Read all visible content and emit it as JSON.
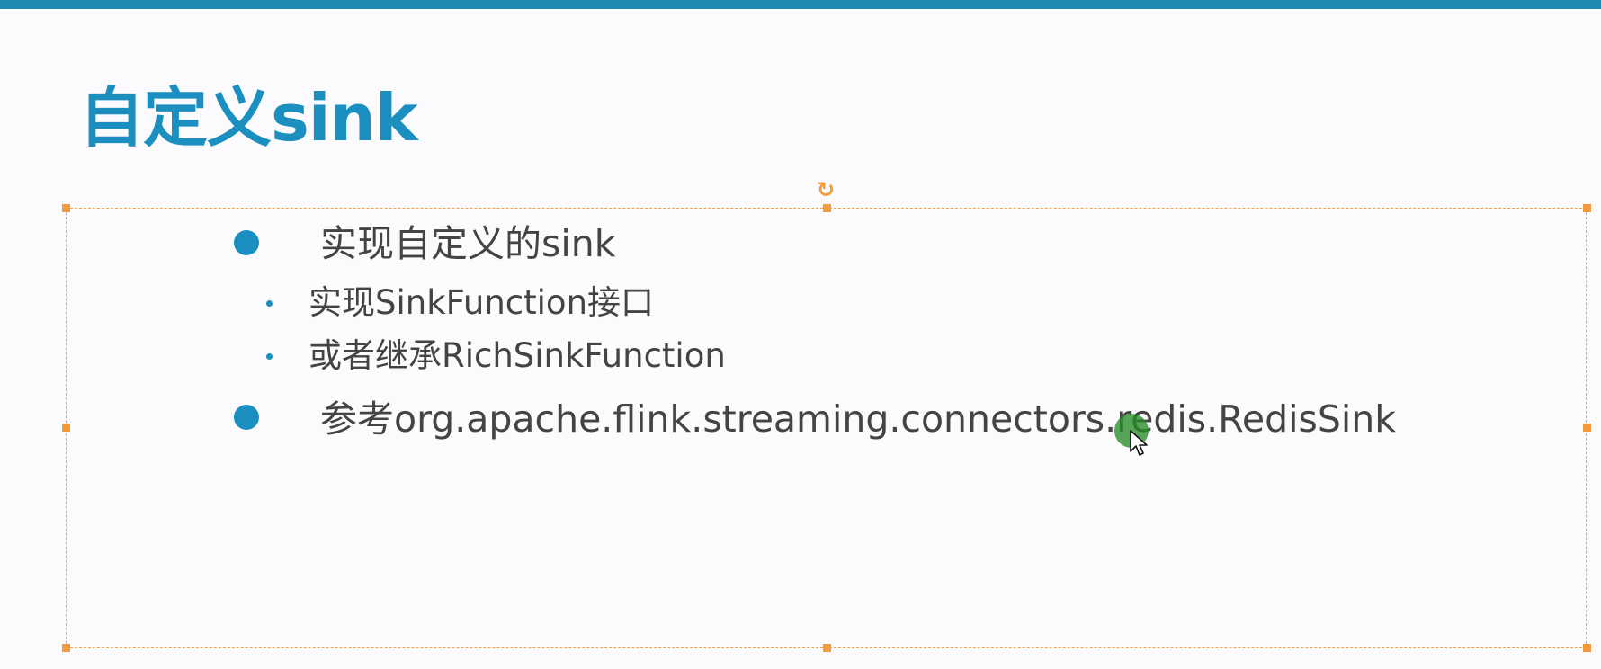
{
  "slide": {
    "title": "自定义sink",
    "bullets": [
      {
        "text": "实现自定义的sink",
        "level": 1
      },
      {
        "text": "实现SinkFunction接口",
        "level": 2
      },
      {
        "text": "或者继承RichSinkFunction",
        "level": 2
      },
      {
        "text": "参考org.apache.flink.streaming.connectors.redis.RedisSink",
        "level": 1
      }
    ]
  },
  "colors": {
    "title": "#1a8fc0",
    "bullet": "#1a8fc0",
    "top_rule": "#1d8bb4",
    "selection_handle": "#f39a3a",
    "body_text": "#444444",
    "pointer_highlight": "#2e8b2e"
  },
  "icons": {
    "rotate_handle": "rotate-icon",
    "pointer": "mouse-pointer-icon"
  }
}
